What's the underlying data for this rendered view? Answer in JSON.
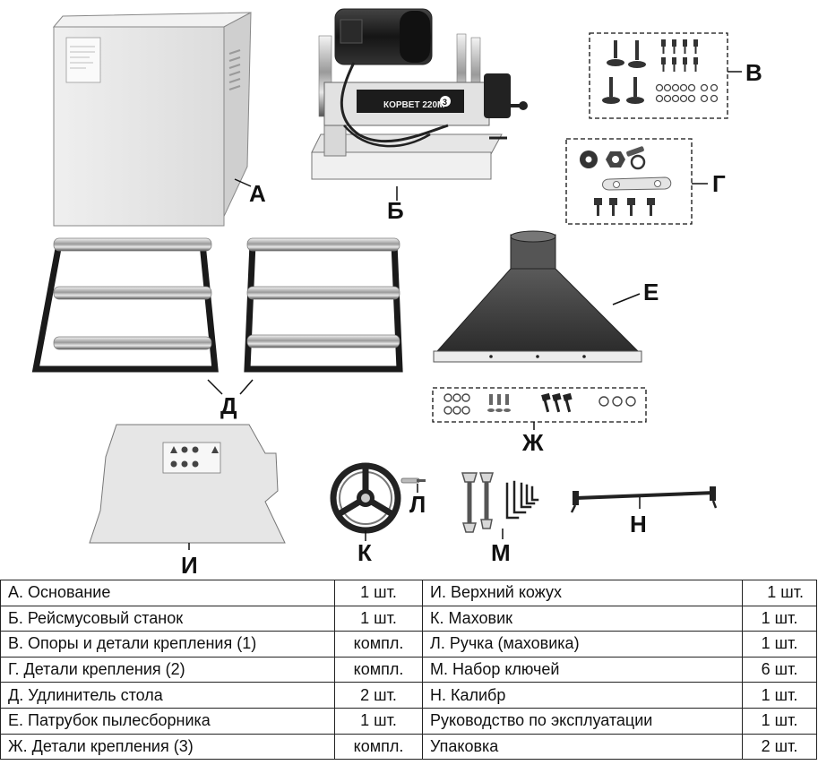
{
  "labels": {
    "a": "А",
    "b": "Б",
    "v": "В",
    "g": "Г",
    "d": "Д",
    "e": "Е",
    "zh": "Ж",
    "i": "И",
    "k": "К",
    "l": "Л",
    "m": "М",
    "n": "Н"
  },
  "machine_text": {
    "brand": "КОРВЕТ 220М",
    "badge": "3"
  },
  "table": {
    "rows": [
      {
        "left_name": "А. Основание",
        "left_qty": "1 шт.",
        "right_name": "И. Верхний кожух",
        "right_qty": "1 шт."
      },
      {
        "left_name": "Б. Рейсмусовый станок",
        "left_qty": "1 шт.",
        "right_name": "К. Маховик",
        "right_qty": "1 шт."
      },
      {
        "left_name": "В. Опоры и детали крепления (1)",
        "left_qty": "компл.",
        "right_name": "Л. Ручка (маховика)",
        "right_qty": "1 шт."
      },
      {
        "left_name": "Г. Детали крепления (2)",
        "left_qty": "компл.",
        "right_name": "М. Набор ключей",
        "right_qty": "6 шт."
      },
      {
        "left_name": "Д. Удлинитель стола",
        "left_qty": "2 шт.",
        "right_name": "Н. Калибр",
        "right_qty": "1 шт."
      },
      {
        "left_name": "Е. Патрубок пылесборника",
        "left_qty": "1 шт.",
        "right_name": "Руководство по эксплуатации",
        "right_qty": "1 шт."
      },
      {
        "left_name": "Ж. Детали крепления (3)",
        "left_qty": "компл.",
        "right_name": "Упаковка",
        "right_qty": "2 шт."
      }
    ]
  }
}
